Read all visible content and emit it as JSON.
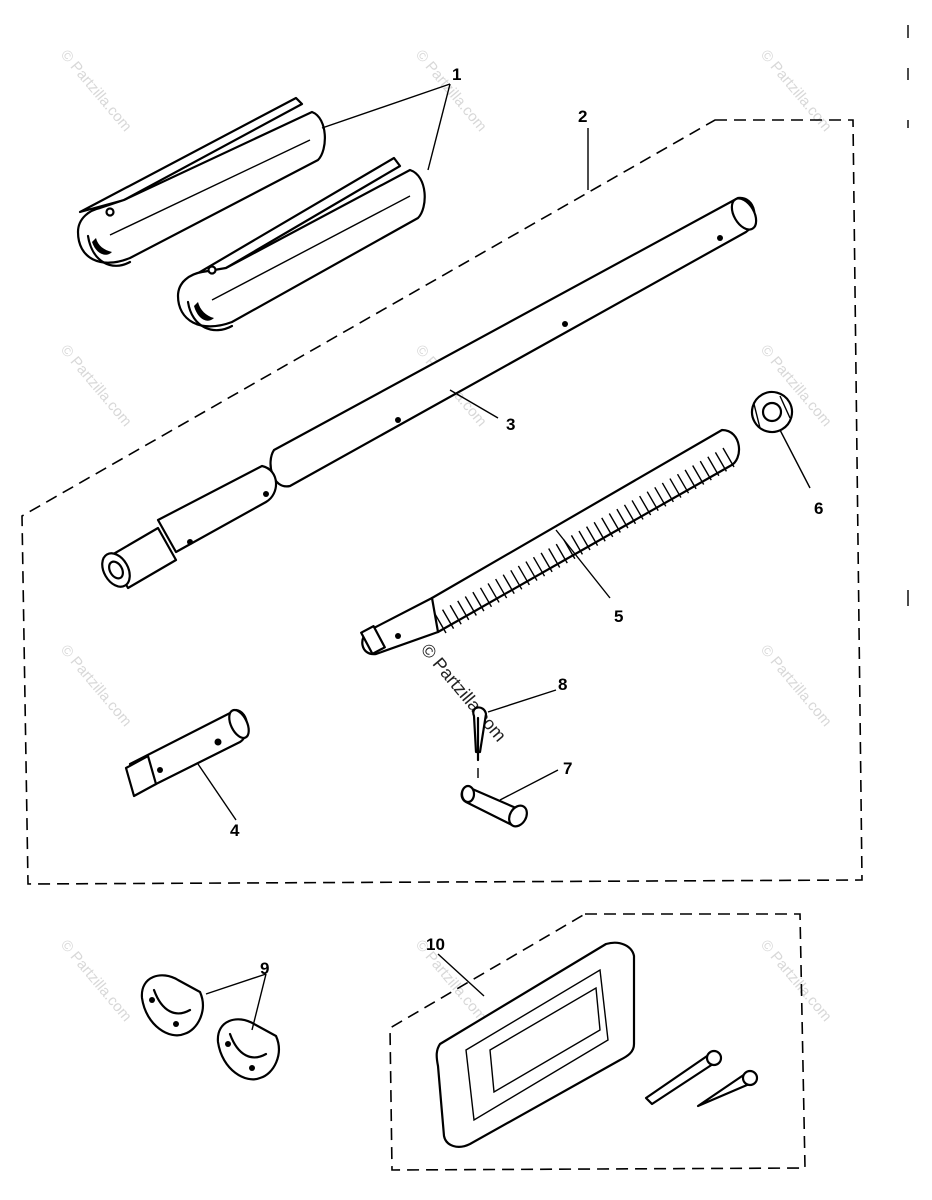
{
  "watermark": "© Partzilla.com",
  "callouts": {
    "c1": "1",
    "c2": "2",
    "c3": "3",
    "c4": "4",
    "c5": "5",
    "c6": "6",
    "c7": "7",
    "c8": "8",
    "c9": "9",
    "c10": "10"
  }
}
